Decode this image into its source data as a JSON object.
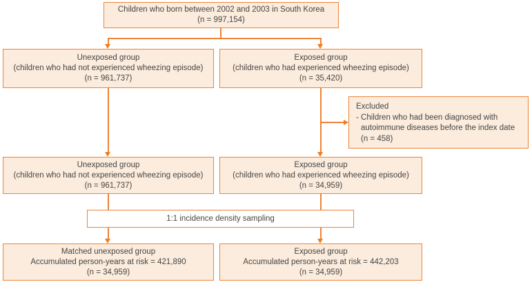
{
  "colors": {
    "accent_orange": "#ec8338",
    "arrow_orange": "#ee7d22",
    "box_fill": "#fbecdd",
    "sampling_fill": "#ffffff",
    "text": "#454545"
  },
  "flowchart": {
    "source_population": {
      "line1": "Children who born between 2002 and 2003 in South Korea",
      "line2": "(n = 997,154)"
    },
    "unexposed_initial": {
      "line1": "Unexposed group",
      "line2": "(children who had not experienced wheezing episode)",
      "line3": "(n = 961,737)"
    },
    "exposed_initial": {
      "line1": "Exposed group",
      "line2": "(children who had experienced wheezing episode)",
      "line3": "(n = 35,420)"
    },
    "excluded": {
      "title": "Excluded",
      "reason": "- Children who had been diagnosed with autoimmune diseases before the index date",
      "count": "(n = 458)"
    },
    "unexposed_after_exclusion": {
      "line1": "Unexposed group",
      "line2": "(children who had not experienced wheezing episode)",
      "line3": "(n = 961,737)"
    },
    "exposed_after_exclusion": {
      "line1": "Exposed group",
      "line2": "(children who had experienced wheezing episode)",
      "line3": "(n = 34,959)"
    },
    "sampling": {
      "label": "1:1 incidence density sampling"
    },
    "matched_unexposed_final": {
      "line1": "Matched unexposed group",
      "line2": "Accumulated person-years at risk = 421,890",
      "line3": "(n = 34,959)"
    },
    "exposed_final": {
      "line1": "Exposed group",
      "line2": "Accumulated person-years at risk = 442,203",
      "line3": "(n = 34,959)"
    }
  }
}
